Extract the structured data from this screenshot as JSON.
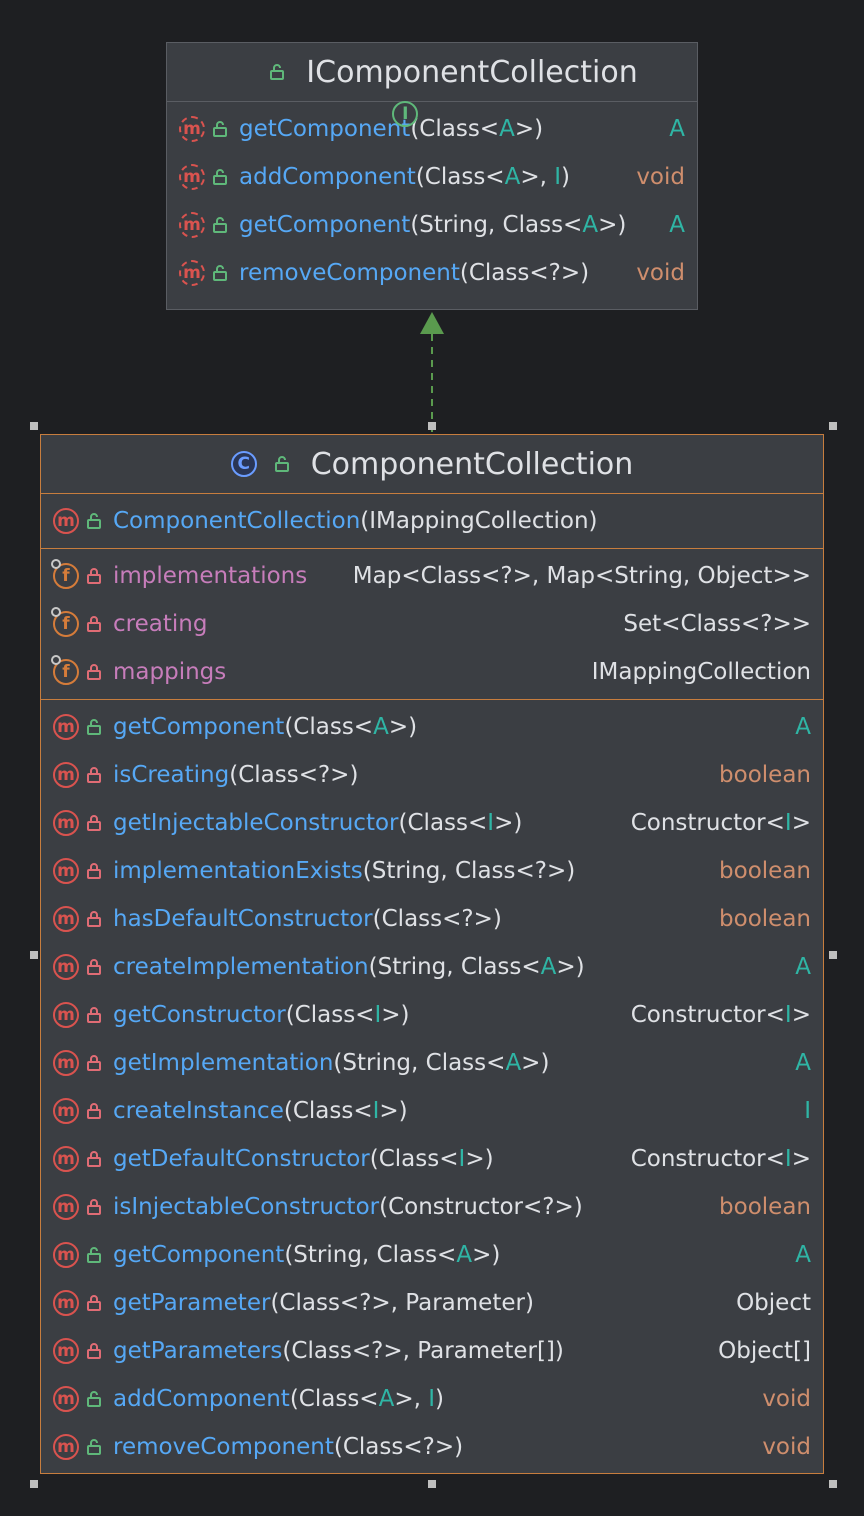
{
  "interface": {
    "name": "IComponentCollection",
    "kind_icon": "interface-icon",
    "methods": [
      {
        "name": "getComponent",
        "params": [
          "(Class<",
          "A",
          ">)"
        ],
        "ret": "A",
        "ret_kind": "gen",
        "vis": "public"
      },
      {
        "name": "addComponent",
        "params": [
          "(Class<",
          "A",
          ">, ",
          "I",
          ")"
        ],
        "ret": "void",
        "ret_kind": "prim",
        "vis": "public"
      },
      {
        "name": "getComponent",
        "params": [
          "(String, Class<",
          "A",
          ">)"
        ],
        "ret": "A",
        "ret_kind": "gen",
        "vis": "public"
      },
      {
        "name": "removeComponent",
        "params": [
          "(Class<?>)"
        ],
        "ret": "void",
        "ret_kind": "prim",
        "vis": "public"
      }
    ]
  },
  "class": {
    "name": "ComponentCollection",
    "kind_icon": "class-icon",
    "constructors": [
      {
        "name": "ComponentCollection",
        "params": [
          "(IMappingCollection)"
        ],
        "ret": "",
        "vis": "public"
      }
    ],
    "fields": [
      {
        "name": "implementations",
        "type": "Map<Class<?>, Map<String, Object>>",
        "vis": "private"
      },
      {
        "name": "creating",
        "type": "Set<Class<?>>",
        "vis": "private"
      },
      {
        "name": "mappings",
        "type": "IMappingCollection",
        "vis": "private"
      }
    ],
    "methods": [
      {
        "name": "getComponent",
        "params": [
          "(Class<",
          "A",
          ">)"
        ],
        "ret": "A",
        "ret_kind": "gen",
        "vis": "public"
      },
      {
        "name": "isCreating",
        "params": [
          "(Class<?>)"
        ],
        "ret": "boolean",
        "ret_kind": "prim",
        "vis": "private"
      },
      {
        "name": "getInjectableConstructor",
        "params": [
          "(Class<",
          "I",
          ">)"
        ],
        "ret": [
          "Constructor<",
          "I",
          ">"
        ],
        "ret_kind": "mixed",
        "vis": "private"
      },
      {
        "name": "implementationExists",
        "params": [
          "(String, Class<?>)"
        ],
        "ret": "boolean",
        "ret_kind": "prim",
        "vis": "private"
      },
      {
        "name": "hasDefaultConstructor",
        "params": [
          "(Class<?>)"
        ],
        "ret": "boolean",
        "ret_kind": "prim",
        "vis": "private"
      },
      {
        "name": "createImplementation",
        "params": [
          "(String, Class<",
          "A",
          ">)"
        ],
        "ret": "A",
        "ret_kind": "gen",
        "vis": "private"
      },
      {
        "name": "getConstructor",
        "params": [
          "(Class<",
          "I",
          ">)"
        ],
        "ret": [
          "Constructor<",
          "I",
          ">"
        ],
        "ret_kind": "mixed",
        "vis": "private"
      },
      {
        "name": "getImplementation",
        "params": [
          "(String, Class<",
          "A",
          ">)"
        ],
        "ret": "A",
        "ret_kind": "gen",
        "vis": "private"
      },
      {
        "name": "createInstance",
        "params": [
          "(Class<",
          "I",
          ">)"
        ],
        "ret": "I",
        "ret_kind": "gen",
        "vis": "private"
      },
      {
        "name": "getDefaultConstructor",
        "params": [
          "(Class<",
          "I",
          ">)"
        ],
        "ret": [
          "Constructor<",
          "I",
          ">"
        ],
        "ret_kind": "mixed",
        "vis": "private"
      },
      {
        "name": "isInjectableConstructor",
        "params": [
          "(Constructor<?>)"
        ],
        "ret": "boolean",
        "ret_kind": "prim",
        "vis": "private"
      },
      {
        "name": "getComponent",
        "params": [
          "(String, Class<",
          "A",
          ">)"
        ],
        "ret": "A",
        "ret_kind": "gen",
        "vis": "public"
      },
      {
        "name": "getParameter",
        "params": [
          "(Class<?>, Parameter)"
        ],
        "ret": "Object",
        "ret_kind": "plain",
        "vis": "private"
      },
      {
        "name": "getParameters",
        "params": [
          "(Class<?>, Parameter[])"
        ],
        "ret": "Object[]",
        "ret_kind": "plain",
        "vis": "private"
      },
      {
        "name": "addComponent",
        "params": [
          "(Class<",
          "A",
          ">, ",
          "I",
          ")"
        ],
        "ret": "void",
        "ret_kind": "prim",
        "vis": "public"
      },
      {
        "name": "removeComponent",
        "params": [
          "(Class<?>)"
        ],
        "ret": "void",
        "ret_kind": "prim",
        "vis": "public"
      }
    ]
  },
  "relation": {
    "type": "implements",
    "style": "dashed",
    "color": "#5a9a4e"
  },
  "colors": {
    "method_name": "#56a8f5",
    "field_name": "#c77dbb",
    "primitive": "#cf8e6d",
    "generic": "#2fb5a5",
    "class_border": "#c77d3e"
  }
}
